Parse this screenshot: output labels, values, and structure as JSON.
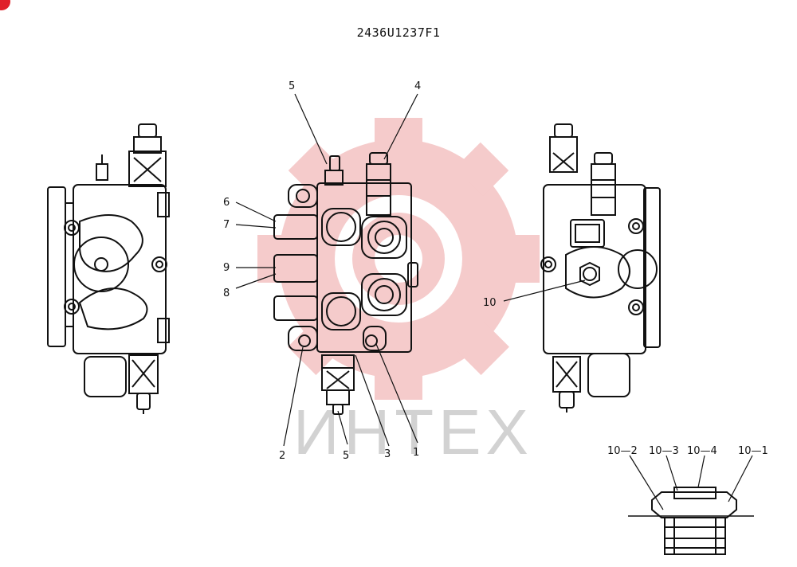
{
  "drawing_code": "2436U1237F1",
  "watermark_text": "ИНТЕХ",
  "colors": {
    "line": "#111111",
    "watermark_gear": "#f4c6c6",
    "watermark_text": "#d2d2d2",
    "badge": "#e0202a"
  },
  "callouts": {
    "c1": "1",
    "c2": "2",
    "c3": "3",
    "c4": "4",
    "c5_top": "5",
    "c5_bottom": "5",
    "c6": "6",
    "c7": "7",
    "c8": "8",
    "c9": "9",
    "c10": "10",
    "c10_1": "10—1",
    "c10_2": "10—2",
    "c10_3": "10—3",
    "c10_4": "10—4"
  }
}
